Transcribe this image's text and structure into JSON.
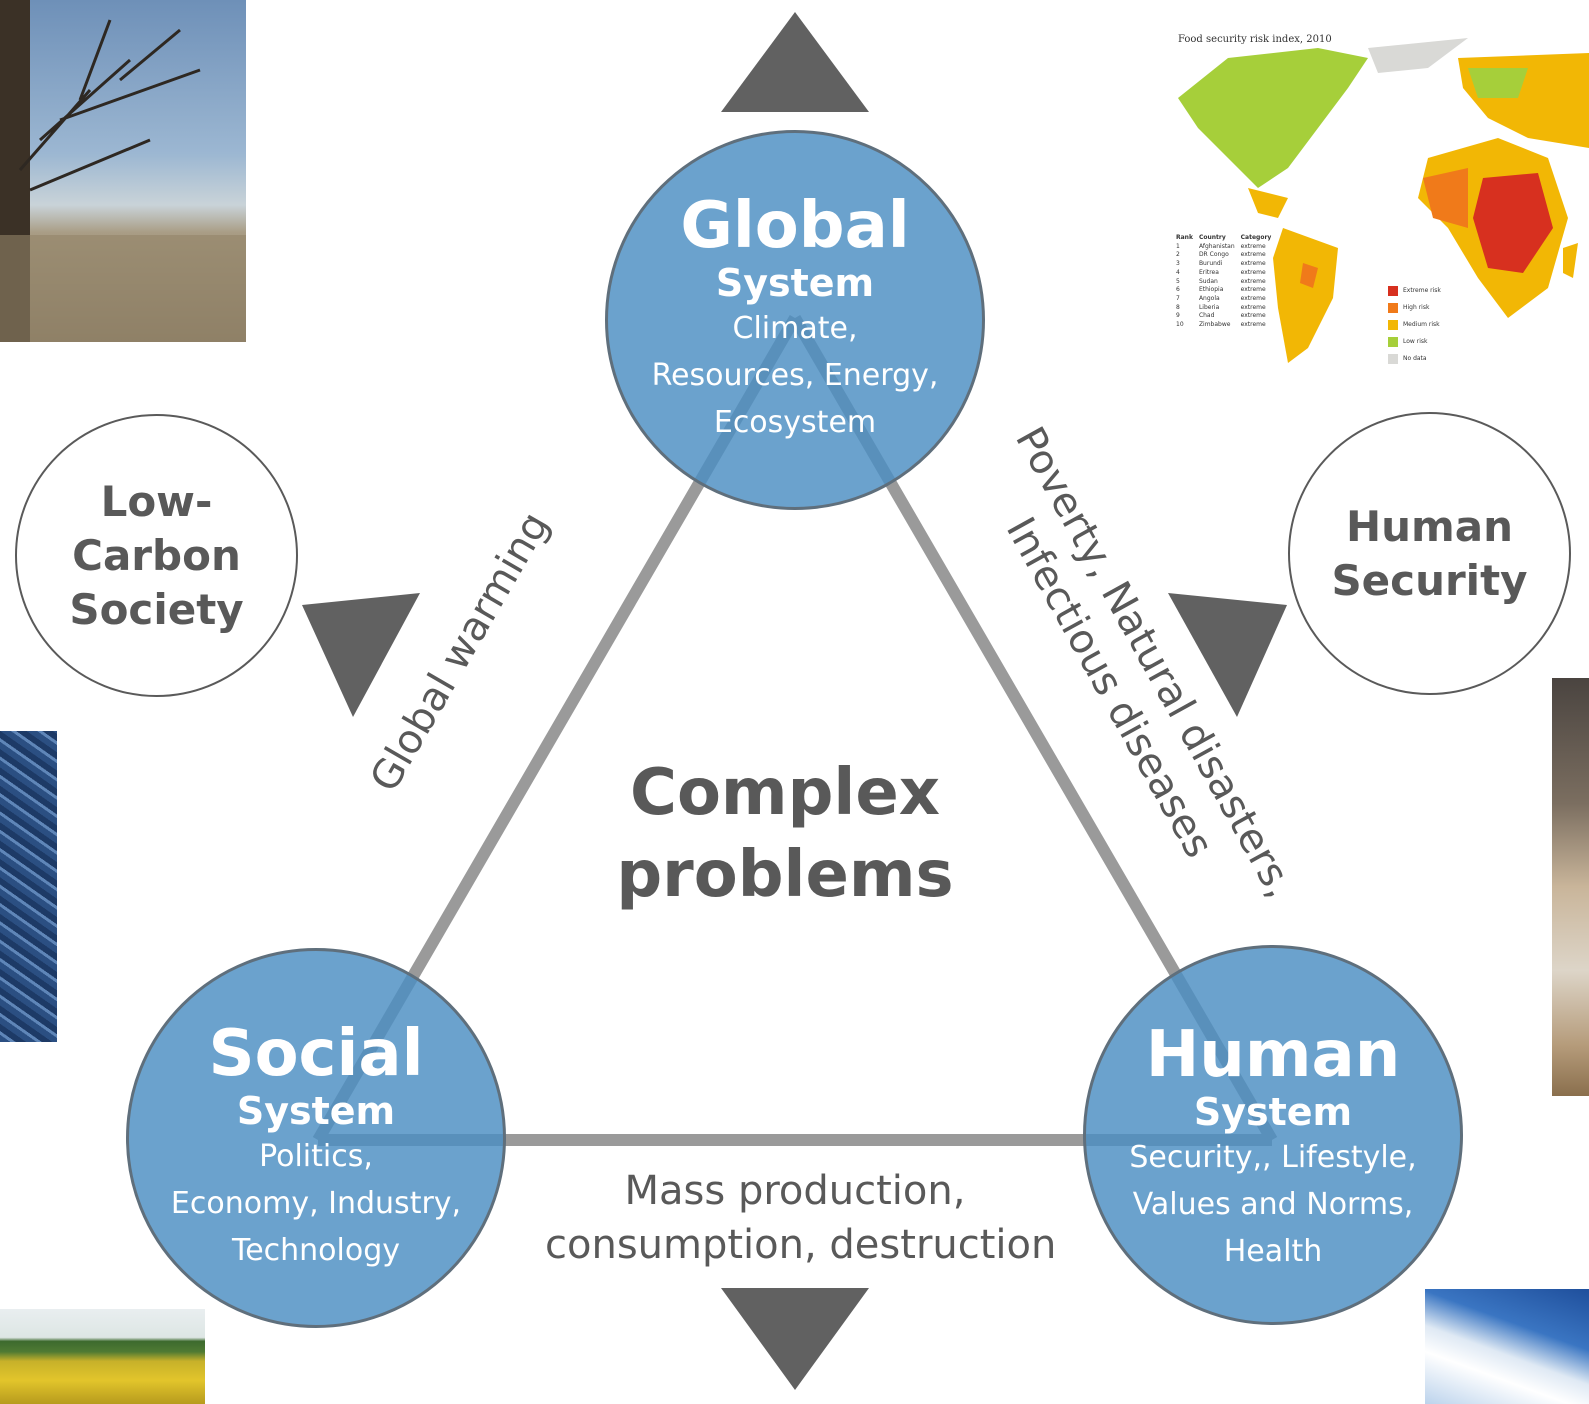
{
  "global_system": {
    "title": "Global",
    "subtitle": "System",
    "line1": "Climate,",
    "line2": "Resources, Energy,",
    "line3": "Ecosystem"
  },
  "social_system": {
    "title": "Social",
    "subtitle": "System",
    "line1": "Politics,",
    "line2": "Economy, Industry,",
    "line3": "Technology"
  },
  "human_system": {
    "title": "Human",
    "subtitle": "System",
    "line1": "Security,, Lifestyle,",
    "line2": "Values and Norms,",
    "line3": "Health"
  },
  "center": {
    "line1": "Complex",
    "line2": "problems"
  },
  "edges": {
    "left": "Global warming",
    "right_line1": "Poverty, Natural disasters,",
    "right_line2": "Infectious diseases",
    "bottom_line1": "Mass production,",
    "bottom_line2": "consumption, destruction"
  },
  "low_carbon": {
    "line1": "Low-",
    "line2": "Carbon",
    "line3": "Society"
  },
  "human_security": {
    "line1": "Human",
    "line2": "Security"
  },
  "food_map": {
    "title": "Food security risk index, 2010",
    "headers": [
      "Rank",
      "Country",
      "Category"
    ],
    "rows": [
      [
        "1",
        "Afghanistan",
        "extreme"
      ],
      [
        "2",
        "DR Congo",
        "extreme"
      ],
      [
        "3",
        "Burundi",
        "extreme"
      ],
      [
        "4",
        "Eritrea",
        "extreme"
      ],
      [
        "5",
        "Sudan",
        "extreme"
      ],
      [
        "6",
        "Ethiopia",
        "extreme"
      ],
      [
        "7",
        "Angola",
        "extreme"
      ],
      [
        "8",
        "Liberia",
        "extreme"
      ],
      [
        "9",
        "Chad",
        "extreme"
      ],
      [
        "10",
        "Zimbabwe",
        "extreme"
      ]
    ],
    "legend": [
      {
        "label": "Extreme risk",
        "color": "#d7301f"
      },
      {
        "label": "High risk",
        "color": "#f07a1a"
      },
      {
        "label": "Medium risk",
        "color": "#f2b705"
      },
      {
        "label": "Low risk",
        "color": "#a6cf3a"
      },
      {
        "label": "No data",
        "color": "#d9d9d6"
      }
    ]
  },
  "colors": {
    "circle_fill": "#4a8dc2",
    "line": "#9a9a9a",
    "arrow": "#616161",
    "text_gray": "#595959"
  }
}
